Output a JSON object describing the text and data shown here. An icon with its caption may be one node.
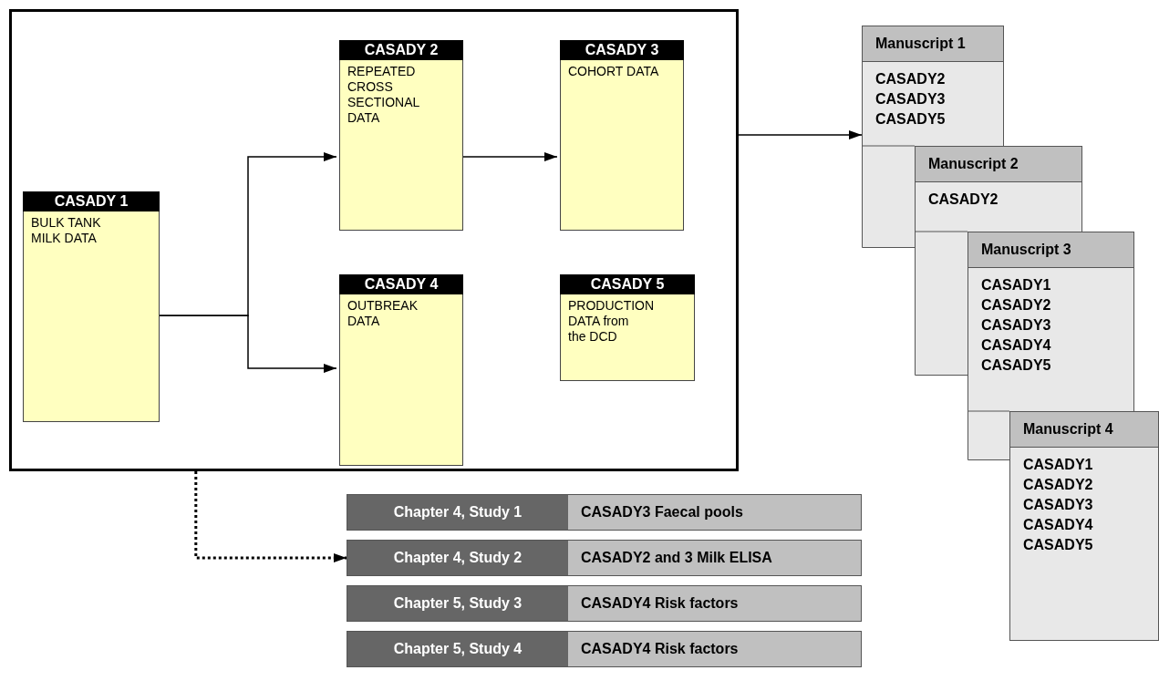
{
  "diagram": {
    "nodes": [
      {
        "text": [],
        "shape": "box"
      },
      {
        "text": [
          "CASADY 1",
          "BULK TANK MILK DATA"
        ],
        "in": 0
      },
      {
        "text": [
          "CASADY 2",
          "REPEATED CROSS SECTIONAL DATA"
        ],
        "in": 0
      },
      {
        "text": [
          "CASADY 3",
          "COHORT DATA"
        ],
        "in": 0
      },
      {
        "text": [
          "CASADY 4",
          "OUTBREAK DATA"
        ],
        "in": 0
      },
      {
        "text": [
          "CASADY 5",
          "PRODUCTION DATA from the DCD"
        ],
        "in": 0
      },
      {
        "text": [
          "Manuscript 1",
          "CASADY2 CASADY3 CASADY5"
        ]
      },
      {
        "text": [
          "Manuscript 2",
          "CASADY2"
        ]
      },
      {
        "text": [
          "Manuscript 3",
          "CASADY1 CASADY2 CASADY3 CASADY4 CASADY5"
        ]
      },
      {
        "text": [
          "Manuscript 4",
          "CASADY1 CASADY2 CASADY3 CASADY4 CASADY5"
        ]
      },
      {
        "text": [
          "Chapter 4, Study 1",
          "CASADY3 Faecal pools"
        ]
      },
      {
        "text": [
          "Chapter 4, Study 2",
          "CASADY2 and 3 Milk ELISA"
        ]
      },
      {
        "text": [
          "Chapter 5, Study 3",
          "CASADY4 Risk factors"
        ]
      },
      {
        "text": [
          "Chapter 5, Study 4",
          "CASADY4 Risk factors"
        ]
      }
    ],
    "edges": [
      {
        "from": 1,
        "to": 2,
        "arrow": "to"
      },
      {
        "from": 1,
        "to": 4,
        "arrow": "to"
      },
      {
        "from": 2,
        "to": 3,
        "arrow": "to"
      },
      {
        "from": 0,
        "to": 6,
        "arrow": "to"
      },
      {
        "from": 0,
        "to": 11,
        "arrow": "to",
        "style": "dashed"
      }
    ]
  }
}
